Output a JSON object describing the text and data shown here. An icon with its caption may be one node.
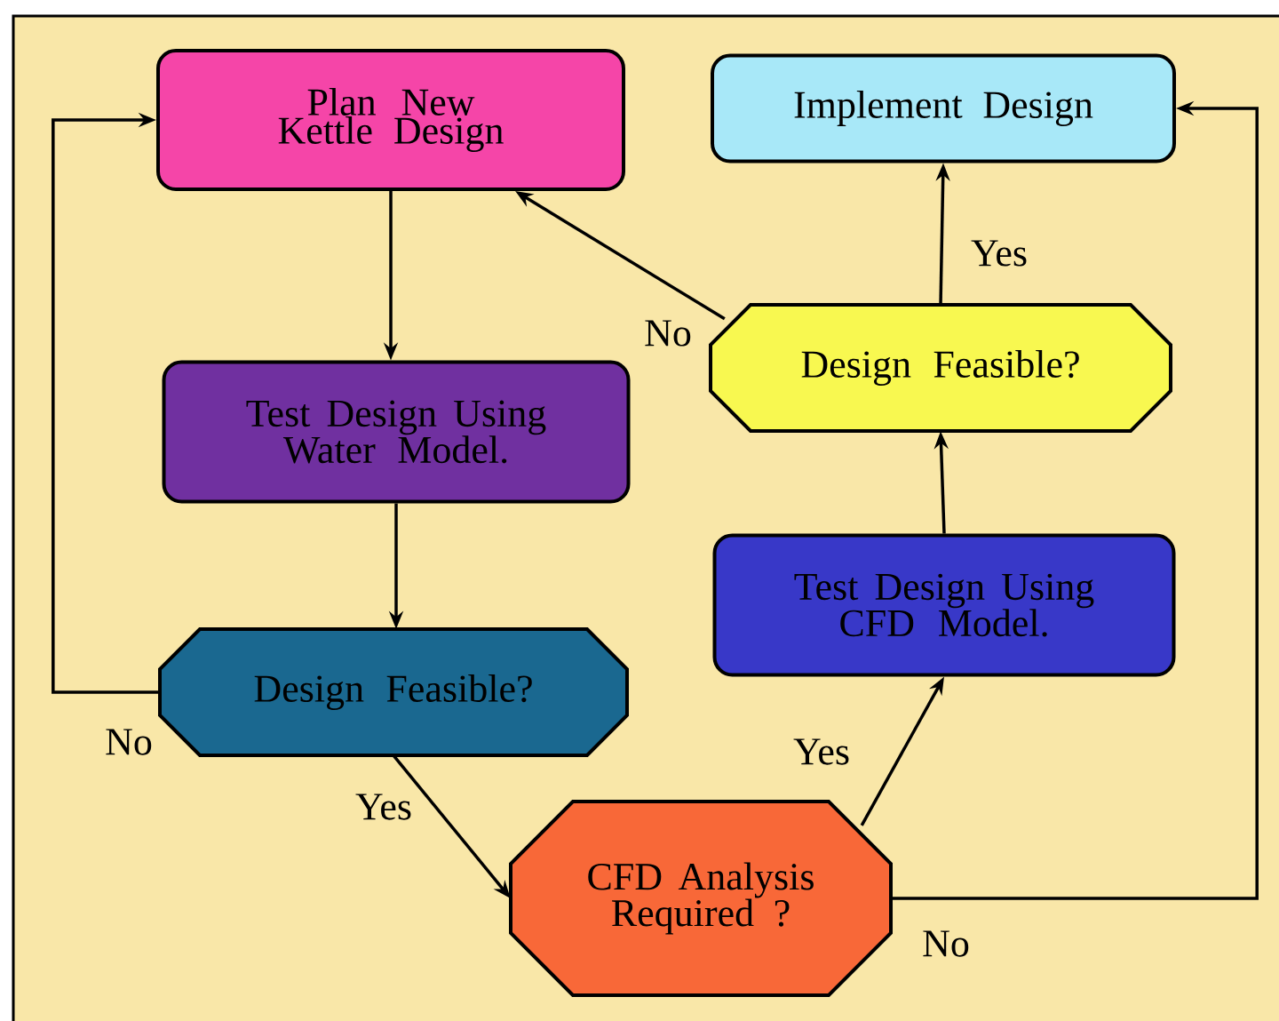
{
  "diagram": {
    "nodes": [
      {
        "text": [
          "Plan New Kettle Design"
        ]
      },
      {
        "text": [
          "Implement Design"
        ]
      },
      {
        "text": [
          "Test Design Using Water Model."
        ]
      },
      {
        "text": [
          "Design Feasible?"
        ]
      },
      {
        "text": [
          "Test Design Using CFD Model."
        ]
      },
      {
        "text": [
          "Design Feasible?"
        ]
      },
      {
        "text": [
          "CFD Analysis Required ?"
        ]
      }
    ],
    "edges": [
      {
        "from": 0,
        "to": 2,
        "arrow": "to"
      },
      {
        "from": 2,
        "to": 5,
        "arrow": "to"
      },
      {
        "from": 5,
        "to": 0,
        "arrow": "to",
        "label": "No"
      },
      {
        "from": 5,
        "to": 6,
        "arrow": "to",
        "label": "Yes"
      },
      {
        "from": 6,
        "to": 4,
        "arrow": "to",
        "label": "Yes"
      },
      {
        "from": 4,
        "to": 3,
        "arrow": "to"
      },
      {
        "from": 3,
        "to": 1,
        "arrow": "to",
        "label": "Yes"
      },
      {
        "from": 3,
        "to": 0,
        "arrow": "to",
        "label": "No"
      },
      {
        "from": 6,
        "to": 1,
        "arrow": "to",
        "label": "No"
      }
    ]
  }
}
